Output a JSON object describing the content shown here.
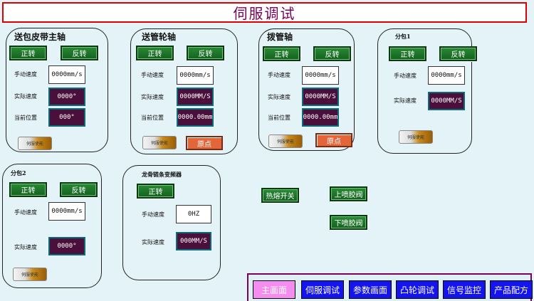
{
  "page_title": "伺服调试",
  "panels": {
    "feed_belt": {
      "title": "送包皮带主轴",
      "jog_fwd": "正转",
      "jog_rev": "反转",
      "manual_speed_label": "手动速度",
      "manual_speed": "0000mm/s",
      "actual_speed_label": "实际速度",
      "actual_speed": "0000°",
      "position_label": "当前位置",
      "position": "000°",
      "servo_enable": "伺服使能"
    },
    "feed_wheel": {
      "title": "送管轮轴",
      "jog_fwd": "正转",
      "jog_rev": "反转",
      "manual_speed_label": "手动速度",
      "manual_speed": "0000mm/s",
      "actual_speed_label": "实际速度",
      "actual_speed": "0000MM/S",
      "position_label": "当前位置",
      "position": "0000.00mm",
      "servo_enable": "伺服使能",
      "home": "原点"
    },
    "pull_tube": {
      "title": "拨管轴",
      "jog_fwd": "正转",
      "jog_rev": "反转",
      "manual_speed_label": "手动速度",
      "manual_speed": "0000mm/s",
      "actual_speed_label": "实际速度",
      "actual_speed": "0000MM/S",
      "position_label": "当前位置",
      "position": "0000.00mm",
      "servo_enable": "伺服使能",
      "home": "原点"
    },
    "split1": {
      "title": "分包1",
      "jog_fwd": "正转",
      "jog_rev": "反转",
      "manual_speed_label": "手动速度",
      "manual_speed": "0000mm/s",
      "actual_speed_label": "实际速度",
      "actual_speed": "0000MM/S",
      "servo_enable": "伺服使能"
    },
    "split2": {
      "title": "分包2",
      "jog_fwd": "正转",
      "jog_rev": "反转",
      "manual_speed_label": "手动速度",
      "manual_speed": "0000mm/s",
      "actual_speed_label": "实际速度",
      "actual_speed": "0000°",
      "servo_enable": "伺服使能"
    },
    "chain_vfd": {
      "title": "龙骨链条变频器",
      "jog_fwd": "正转",
      "manual_speed_label": "手动速度",
      "manual_speed": "0HZ",
      "actual_speed_label": "实际速度",
      "actual_speed": "000MM/S"
    }
  },
  "controls": {
    "melt_switch": "热熔开关",
    "upper_glue_valve": "上喷胶阀",
    "lower_glue_valve": "下喷胶阀"
  },
  "nav": {
    "main": "主画面",
    "servo": "伺服调试",
    "params": "参数画面",
    "cam": "凸轮调试",
    "signal": "信号监控",
    "recipe": "产品配方"
  }
}
